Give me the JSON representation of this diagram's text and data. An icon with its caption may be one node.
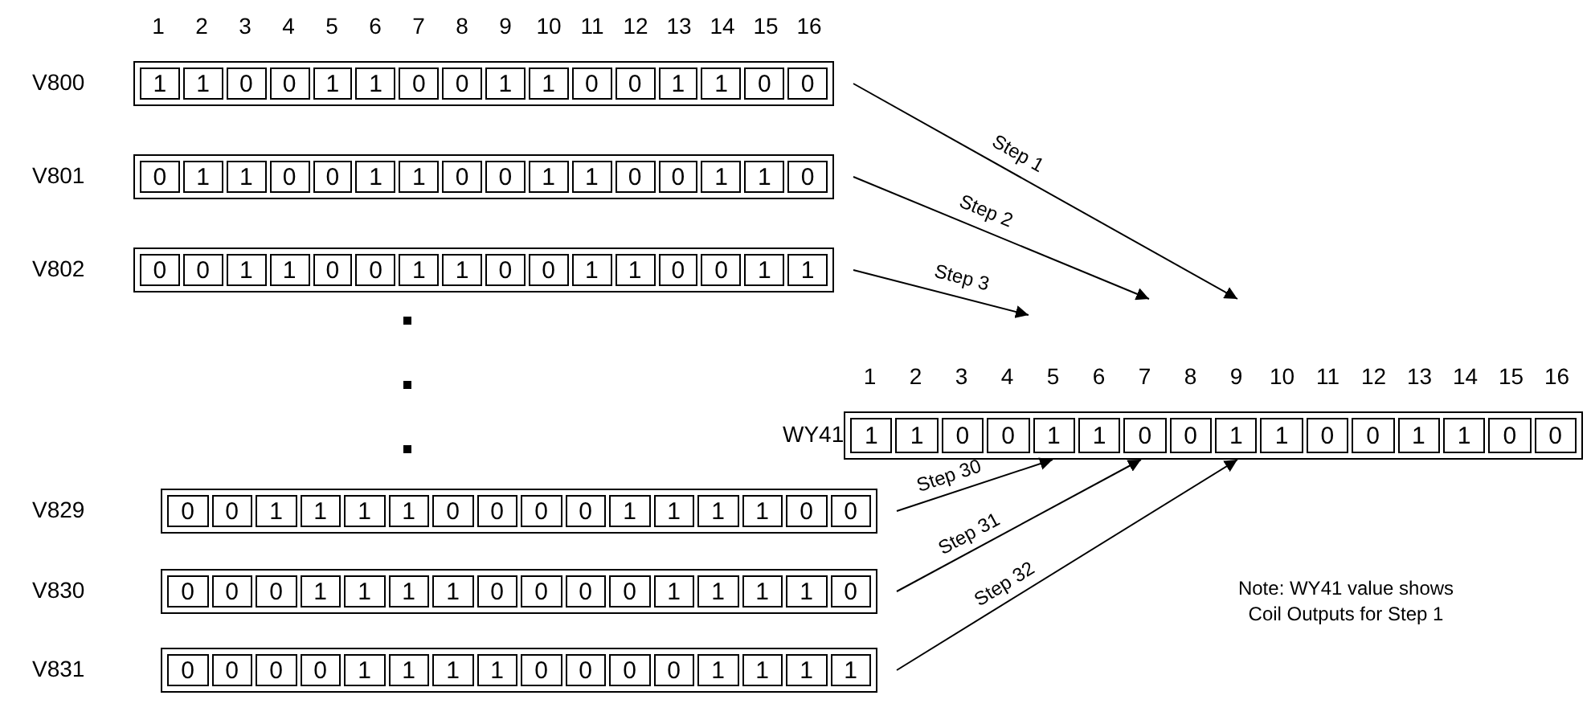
{
  "diagram": {
    "nodes": [
      {
        "text": [
          "V800",
          "1",
          "1",
          "0",
          "0",
          "1",
          "1",
          "0",
          "0",
          "1",
          "1",
          "0",
          "0",
          "1",
          "1",
          "0",
          "0"
        ]
      },
      {
        "text": [
          "V801",
          "0",
          "1",
          "1",
          "0",
          "0",
          "1",
          "1",
          "0",
          "0",
          "1",
          "1",
          "0",
          "0",
          "1",
          "1",
          "0"
        ]
      },
      {
        "text": [
          "V802",
          "0",
          "0",
          "1",
          "1",
          "0",
          "0",
          "1",
          "1",
          "0",
          "0",
          "1",
          "1",
          "0",
          "0",
          "1",
          "1"
        ]
      },
      {
        "text": [
          "WY41",
          "1",
          "1",
          "0",
          "0",
          "1",
          "1",
          "0",
          "0",
          "1",
          "1",
          "0",
          "0",
          "1",
          "1",
          "0",
          "0"
        ]
      },
      {
        "text": [
          "V829",
          "0",
          "0",
          "1",
          "1",
          "1",
          "1",
          "0",
          "0",
          "0",
          "0",
          "1",
          "1",
          "1",
          "1",
          "0",
          "0"
        ]
      },
      {
        "text": [
          "V830",
          "0",
          "0",
          "0",
          "1",
          "1",
          "1",
          "1",
          "0",
          "0",
          "0",
          "0",
          "1",
          "1",
          "1",
          "1",
          "0"
        ]
      },
      {
        "text": [
          "V831",
          "0",
          "0",
          "0",
          "0",
          "1",
          "1",
          "1",
          "1",
          "0",
          "0",
          "0",
          "0",
          "1",
          "1",
          "1",
          "1"
        ]
      }
    ],
    "edges": [
      {
        "from": 0,
        "to": null,
        "arrow": "to",
        "label": "Step 1"
      },
      {
        "from": 1,
        "to": null,
        "arrow": "to",
        "label": "Step 2"
      },
      {
        "from": 2,
        "to": null,
        "arrow": "to",
        "label": "Step 3"
      },
      {
        "from": 4,
        "to": 3,
        "arrow": "to",
        "label": "Step 30"
      },
      {
        "from": 5,
        "to": 3,
        "arrow": "to",
        "label": "Step 31"
      },
      {
        "from": 6,
        "to": 3,
        "arrow": "to",
        "label": "Step 32"
      }
    ],
    "labels": [
      "1",
      "2",
      "3",
      "4",
      "5",
      "6",
      "7",
      "8",
      "9",
      "10",
      "11",
      "12",
      "13",
      "14",
      "15",
      "16",
      "1",
      "2",
      "3",
      "4",
      "5",
      "6",
      "7",
      "8",
      "9",
      "10",
      "11",
      "12",
      "13",
      "14",
      "15",
      "16",
      "Note: WY41 value shows Coil Outputs for Step 1"
    ]
  }
}
